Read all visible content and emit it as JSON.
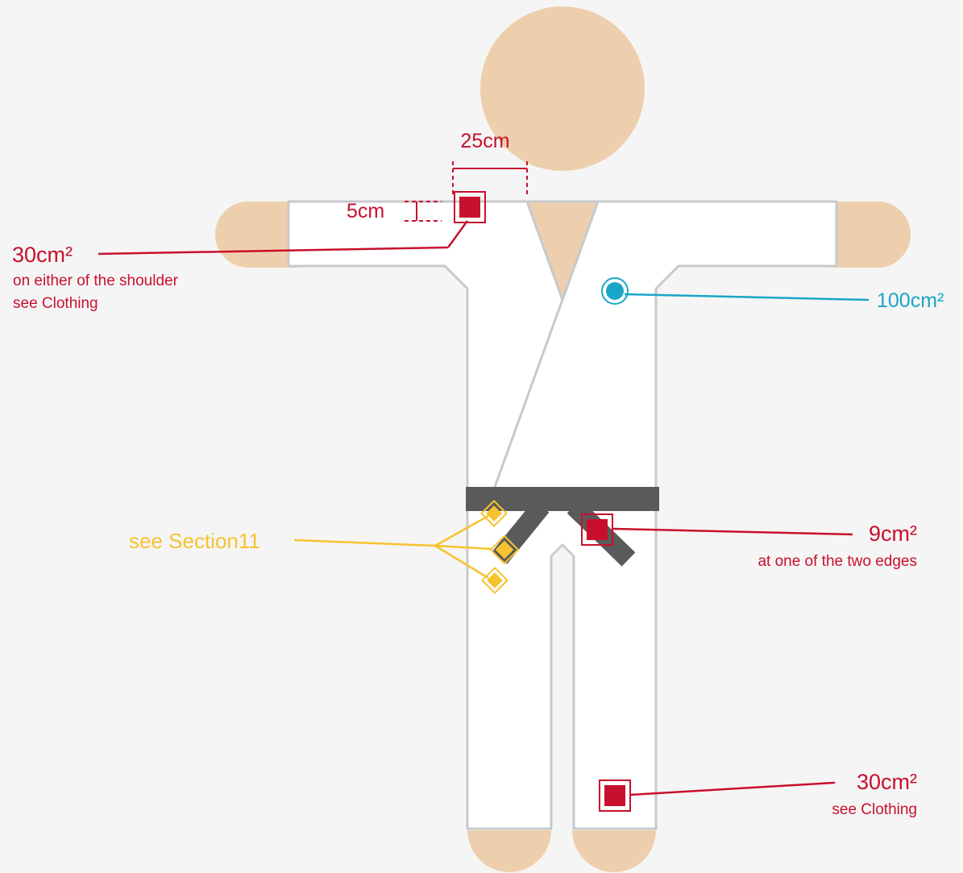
{
  "colors": {
    "background": "#f5f5f5",
    "skin": "#eecfad",
    "gi": "#ffffff",
    "gi_outline": "#c6cacc",
    "belt": "#5a5a5a",
    "red": "#c8102e",
    "blue": "#1aa6c9",
    "yellow": "#f7c230"
  },
  "dimensions": {
    "width_label": "25cm",
    "height_label": "5cm"
  },
  "callouts": {
    "shoulder": {
      "value": "30cm²",
      "line1": "on either of the shoulder",
      "line2": "see Clothing"
    },
    "chest": {
      "value": "100cm²"
    },
    "belt_section": {
      "value": "see Section11"
    },
    "belt_edge": {
      "value": "9cm²",
      "line1": "at one of the two edges"
    },
    "trousers": {
      "value": "30cm²",
      "line1": "see Clothing"
    }
  },
  "markers": {
    "shoulder": "red-square-marker",
    "chest": "blue-circle-marker",
    "belt_edge": "red-square-marker",
    "trousers": "red-square-marker",
    "belt_section": "yellow-diamond-marker"
  }
}
